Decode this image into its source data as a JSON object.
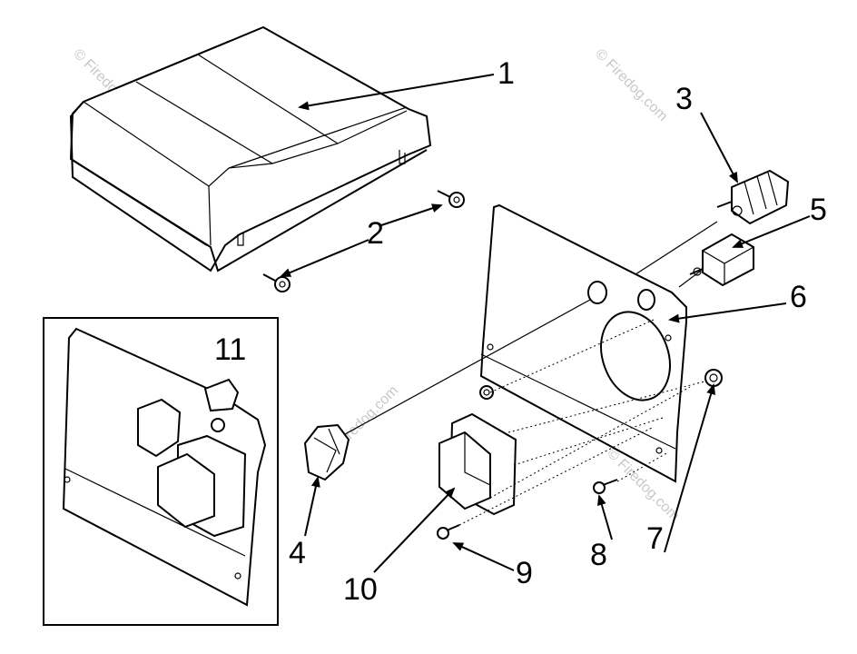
{
  "diagram": {
    "callouts": {
      "c1": "1",
      "c2": "2",
      "c3": "3",
      "c4": "4",
      "c5": "5",
      "c6": "6",
      "c7": "7",
      "c8": "8",
      "c9": "9",
      "c10": "10",
      "c11": "11"
    },
    "watermark": "© Firedog.com",
    "colors": {
      "line": "#000000",
      "background": "#ffffff",
      "watermark": "#c8c8c8"
    }
  }
}
